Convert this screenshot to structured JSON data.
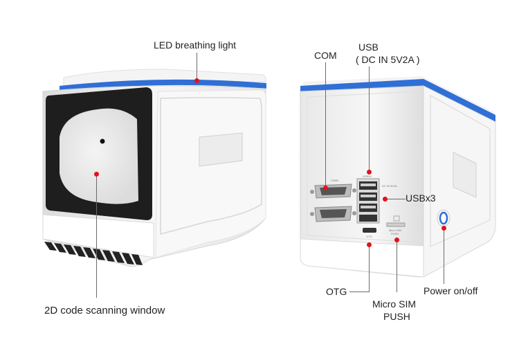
{
  "callouts": {
    "led_breathing_light": "LED breathing light",
    "scan_window": "2D code scanning window",
    "com": "COM",
    "usb": "USB",
    "dc_in": "( DC IN 5V2A )",
    "usbx3": "USBx3",
    "otg": "OTG",
    "micro_sim_line1": "Micro SIM",
    "micro_sim_line2": "PUSH",
    "power": "Power on/off"
  },
  "colors": {
    "led_strip": "#2f6fd6",
    "marker": "#e2131b",
    "body": "#f2f2f2",
    "scan_panel": "#1e1e1e"
  }
}
